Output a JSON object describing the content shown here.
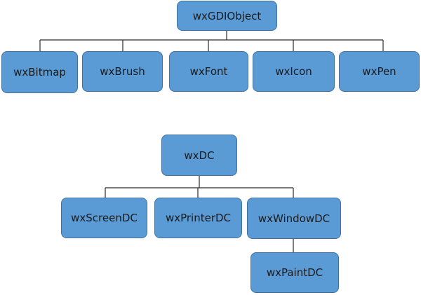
{
  "colors": {
    "box_fill": "#5b9bd5",
    "box_border": "#41719c",
    "line": "#2a2a2a",
    "text": "#1a1a1a"
  },
  "tree_gdi": {
    "root": "wxGDIObject",
    "children": [
      "wxBitmap",
      "wxBrush",
      "wxFont",
      "wxIcon",
      "wxPen"
    ]
  },
  "tree_dc": {
    "root": "wxDC",
    "children": [
      "wxScreenDC",
      "wxPrinterDC",
      "wxWindowDC"
    ],
    "grandchild": "wxPaintDC"
  }
}
